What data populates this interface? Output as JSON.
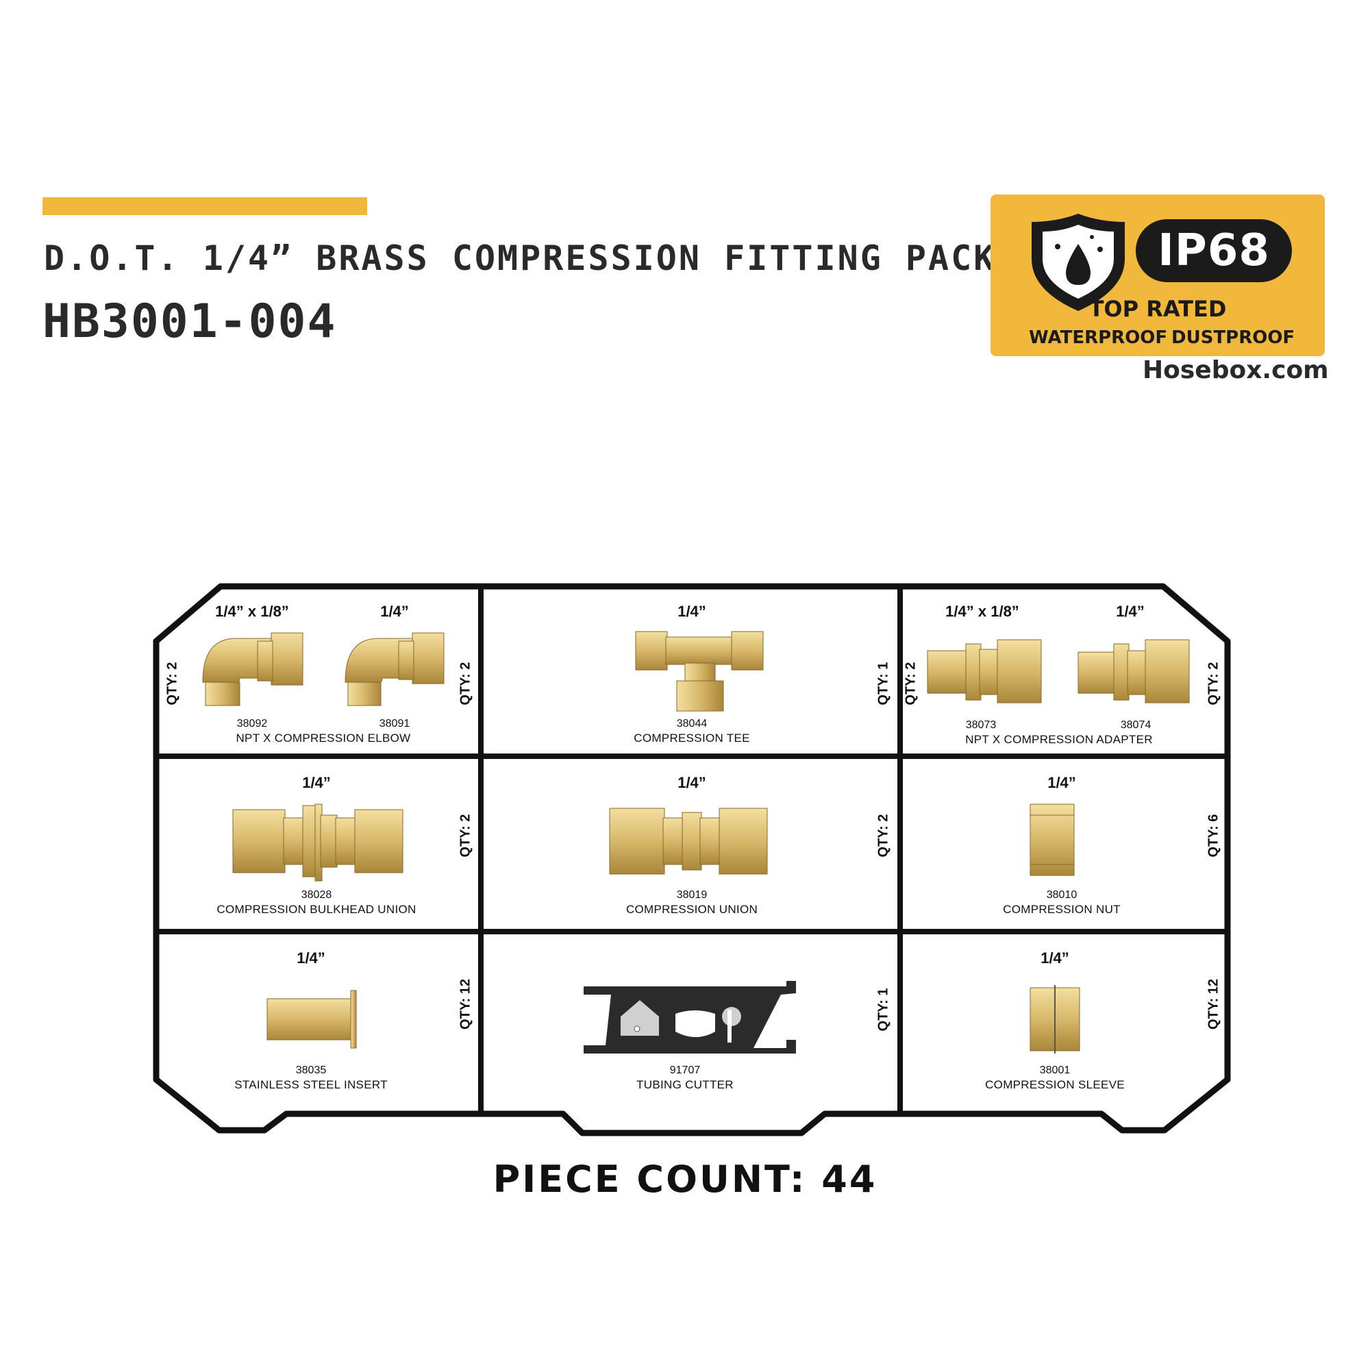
{
  "header": {
    "title": "D.O.T. 1/4” BRASS COMPRESSION FITTING PACK",
    "sku": "HB3001-004"
  },
  "badge": {
    "rating": "IP68",
    "top_rated": "TOP RATED",
    "waterproof": "WATERPROOF",
    "dustproof": "DUSTPROOF",
    "website": "Hosebox.com",
    "icon": "shield-water-drop-icon",
    "accent_color": "#f2b83c"
  },
  "kit": {
    "cells": [
      {
        "sizes": [
          "1/4” x 1/8”",
          "1/4”"
        ],
        "part_numbers": [
          "38092",
          "38091"
        ],
        "description": "NPT X COMPRESSION ELBOW",
        "qty_labels": [
          "QTY: 2",
          "QTY: 2"
        ],
        "icon": "brass-elbow-icon"
      },
      {
        "sizes": [
          "1/4”"
        ],
        "part_numbers": [
          "38044"
        ],
        "description": "COMPRESSION TEE",
        "qty_labels": [
          "QTY: 1"
        ],
        "icon": "brass-tee-icon"
      },
      {
        "sizes": [
          "1/4” x 1/8”",
          "1/4”"
        ],
        "part_numbers": [
          "38073",
          "38074"
        ],
        "description": "NPT X COMPRESSION ADAPTER",
        "qty_labels": [
          "QTY: 2",
          "QTY: 2"
        ],
        "icon": "brass-adapter-icon"
      },
      {
        "sizes": [
          "1/4”"
        ],
        "part_numbers": [
          "38028"
        ],
        "description": "COMPRESSION BULKHEAD UNION",
        "qty_labels": [
          "QTY: 2"
        ],
        "icon": "brass-bulkhead-union-icon"
      },
      {
        "sizes": [
          "1/4”"
        ],
        "part_numbers": [
          "38019"
        ],
        "description": "COMPRESSION UNION",
        "qty_labels": [
          "QTY: 2"
        ],
        "icon": "brass-union-icon"
      },
      {
        "sizes": [
          "1/4”"
        ],
        "part_numbers": [
          "38010"
        ],
        "description": "COMPRESSION NUT",
        "qty_labels": [
          "QTY: 6"
        ],
        "icon": "brass-nut-icon"
      },
      {
        "sizes": [
          "1/4”"
        ],
        "part_numbers": [
          "38035"
        ],
        "description": "STAINLESS STEEL INSERT",
        "qty_labels": [
          "QTY: 12"
        ],
        "icon": "insert-tube-icon"
      },
      {
        "sizes": [],
        "part_numbers": [
          "91707"
        ],
        "description": "TUBING CUTTER",
        "qty_labels": [
          "QTY: 1"
        ],
        "icon": "tubing-cutter-icon"
      },
      {
        "sizes": [
          "1/4”"
        ],
        "part_numbers": [
          "38001"
        ],
        "description": "COMPRESSION SLEEVE",
        "qty_labels": [
          "QTY: 12"
        ],
        "icon": "brass-sleeve-icon"
      }
    ],
    "piece_count": "PIECE COUNT: 44"
  }
}
